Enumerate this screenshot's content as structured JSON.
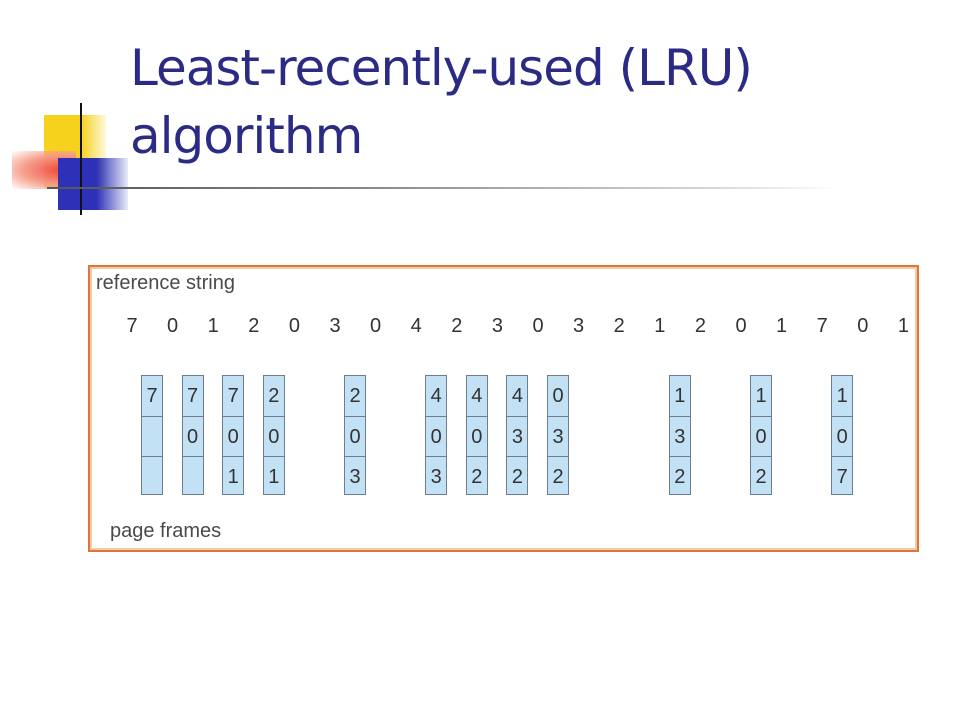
{
  "slide": {
    "title_line1": "Least-recently-used (LRU)",
    "title_line2": "algorithm"
  },
  "figure": {
    "reference_label": "reference string",
    "frames_label": "page frames",
    "reference_string": [
      "7",
      "0",
      "1",
      "2",
      "0",
      "3",
      "0",
      "4",
      "2",
      "3",
      "0",
      "3",
      "2",
      "1",
      "2",
      "0",
      "1",
      "7",
      "0",
      "1"
    ],
    "frames": [
      {
        "ref_index": 0,
        "cells": [
          "7",
          "",
          ""
        ]
      },
      {
        "ref_index": 1,
        "cells": [
          "7",
          "0",
          ""
        ]
      },
      {
        "ref_index": 2,
        "cells": [
          "7",
          "0",
          "1"
        ]
      },
      {
        "ref_index": 3,
        "cells": [
          "2",
          "0",
          "1"
        ]
      },
      {
        "ref_index": 5,
        "cells": [
          "2",
          "0",
          "3"
        ]
      },
      {
        "ref_index": 7,
        "cells": [
          "4",
          "0",
          "3"
        ]
      },
      {
        "ref_index": 8,
        "cells": [
          "4",
          "0",
          "2"
        ]
      },
      {
        "ref_index": 9,
        "cells": [
          "4",
          "3",
          "2"
        ]
      },
      {
        "ref_index": 10,
        "cells": [
          "0",
          "3",
          "2"
        ]
      },
      {
        "ref_index": 13,
        "cells": [
          "1",
          "3",
          "2"
        ]
      },
      {
        "ref_index": 15,
        "cells": [
          "1",
          "0",
          "2"
        ]
      },
      {
        "ref_index": 17,
        "cells": [
          "1",
          "0",
          "7"
        ]
      }
    ]
  }
}
